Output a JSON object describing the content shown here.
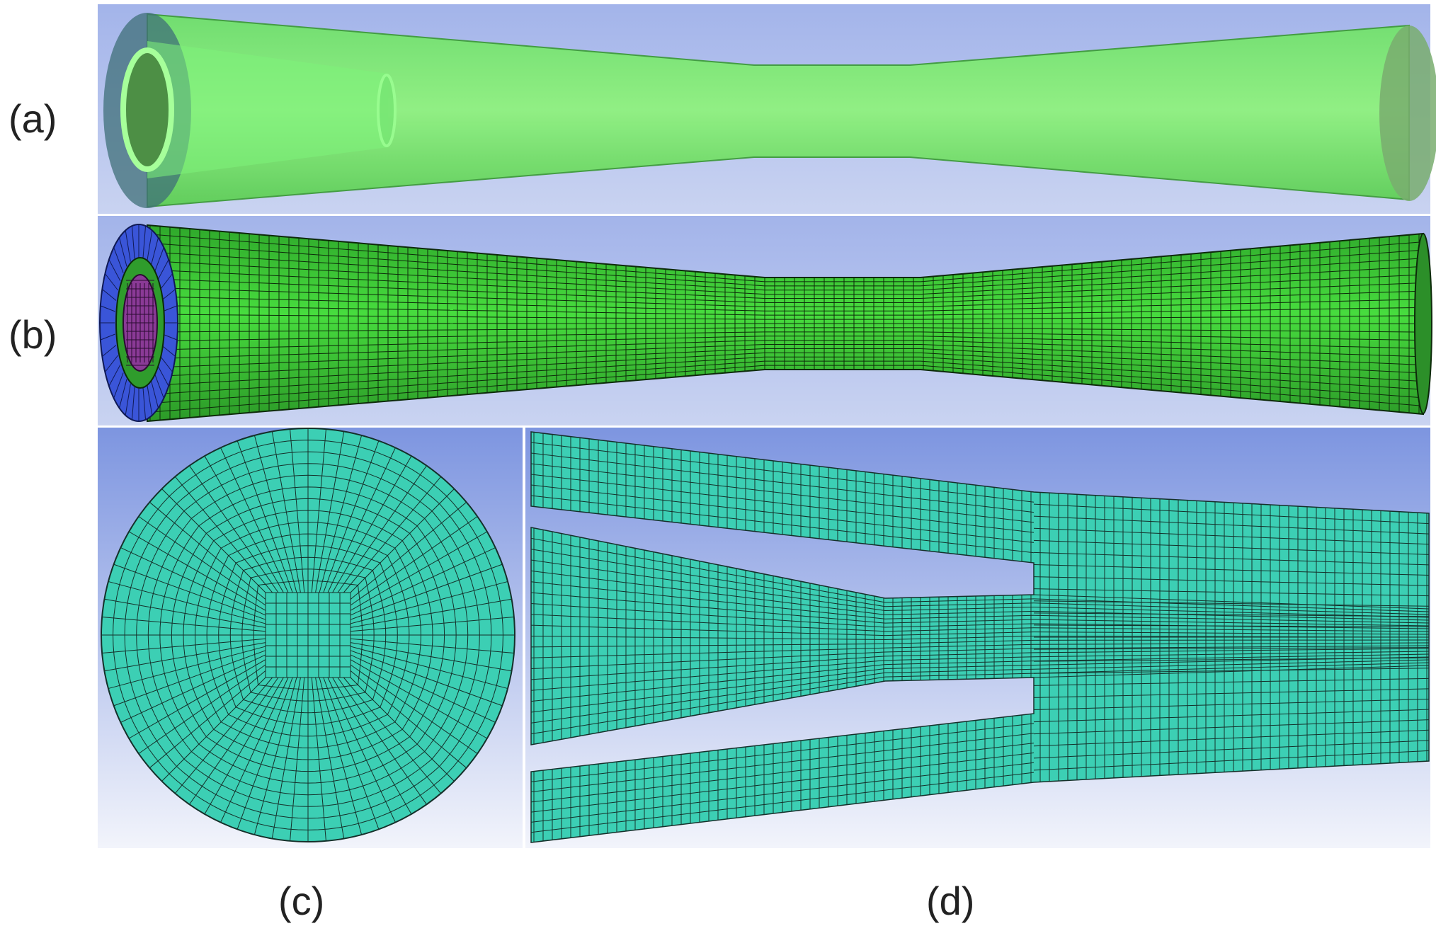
{
  "labels": {
    "a": "(a)",
    "b": "(b)",
    "c": "(c)",
    "d": "(d)"
  },
  "colors": {
    "background_top": "#a4b6ec",
    "background_bottom": "#c9d4f1",
    "translucent_body": "#8ff27f",
    "mesh_body": "#3fd43a",
    "mesh_inlet_outer": "#3a55d8",
    "mesh_inlet_core": "#8a3a96",
    "mesh_section": "#3ccfb4",
    "mesh_line": "#15302a"
  }
}
